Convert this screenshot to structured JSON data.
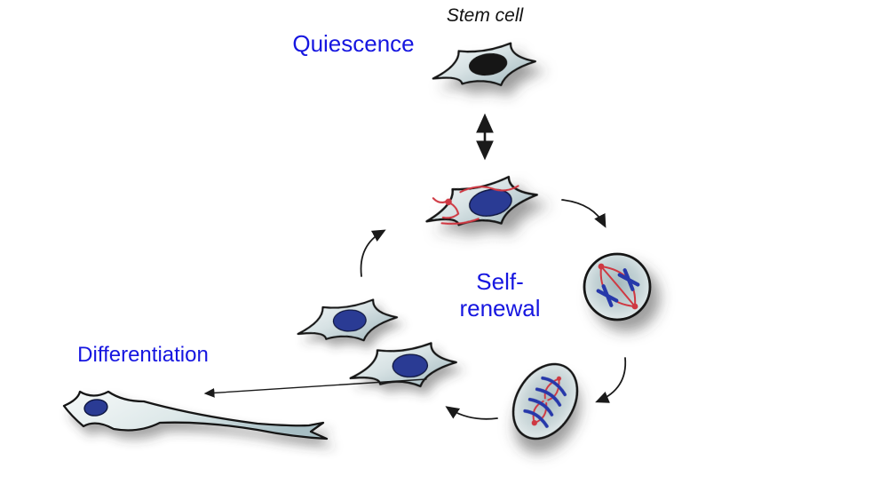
{
  "figure": {
    "title": "Stem cell",
    "labels": {
      "quiescence": "Quiescence",
      "self_renewal_line1": "Self-",
      "self_renewal_line2": "renewal",
      "differentiation": "Differentiation"
    }
  },
  "diagram": {
    "type": "stem-cell-fate-schematic",
    "nodes": [
      {
        "name": "quiescent-stem-cell",
        "depiction": "star-shaped-cell-black-nucleus"
      },
      {
        "name": "activated-stem-cell",
        "depiction": "star-shaped-cell-navy-nucleus-red-centrosome"
      },
      {
        "name": "mitotic-cell-metaphase",
        "depiction": "round-cell-red-spindle-blue-chromosomes"
      },
      {
        "name": "dividing-cell-anaphase",
        "depiction": "oval-cell-red-spindle-blue-chromosomes"
      },
      {
        "name": "daughter-cell-1",
        "depiction": "star-shaped-cell-navy-nucleus"
      },
      {
        "name": "daughter-cell-2",
        "depiction": "star-shaped-cell-navy-nucleus"
      },
      {
        "name": "differentiated-cell",
        "depiction": "neuron-like-cell-long-axon-forked-tip"
      }
    ],
    "arrows": [
      {
        "from": "quiescent-stem-cell",
        "to": "activated-stem-cell",
        "style": "double-headed-vertical"
      },
      {
        "from": "activated-stem-cell",
        "to": "mitotic-cell-metaphase",
        "style": "curved"
      },
      {
        "from": "mitotic-cell-metaphase",
        "to": "dividing-cell-anaphase",
        "style": "curved"
      },
      {
        "from": "dividing-cell-anaphase",
        "to": "daughter-cells",
        "style": "curved"
      },
      {
        "from": "daughter-cells",
        "to": "activated-stem-cell",
        "style": "curved"
      },
      {
        "from": "daughter-cells",
        "to": "differentiated-cell",
        "style": "straight"
      }
    ]
  },
  "colors": {
    "background": "#ffffff",
    "label_blue": "#1616e0",
    "outline_black": "#141414",
    "nucleus_navy": "#2b3a94",
    "nucleus_black": "#121212",
    "spindle_red": "#cf3842",
    "chromosome_blue": "#2839aa",
    "cell_fill_light": "#f0f5f6",
    "cell_fill_dark": "#9db4bb"
  }
}
